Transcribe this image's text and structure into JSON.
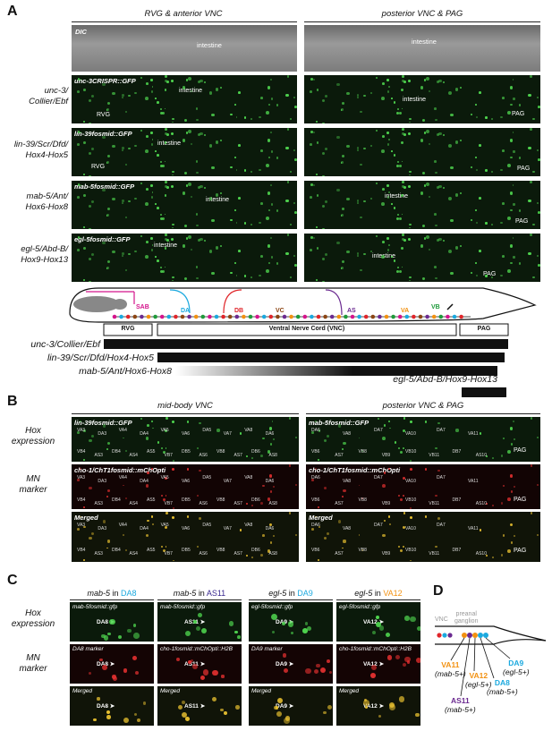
{
  "panelA": {
    "letter": "A",
    "col_left": "RVG & anterior VNC",
    "col_right": "posterior VNC & PAG",
    "dic": "DIC",
    "intestine": "intestine",
    "rows": [
      {
        "label": "unc-3/\nCollier/Ebf",
        "reporter": "unc-3CRISPR::GFP",
        "left_tag": "RVG",
        "right_tag": "PAG"
      },
      {
        "label": "lin-39/Scr/Dfd/\nHox4-Hox5",
        "reporter": "lin-39fosmid::GFP",
        "left_tag": "RVG",
        "right_tag": "PAG"
      },
      {
        "label": "mab-5/Ant/\nHox6-Hox8",
        "reporter": "mab-5fosmid::GFP",
        "left_tag": "",
        "right_tag": "PAG"
      },
      {
        "label": "egl-5/Abd-B/\nHox9-Hox13",
        "reporter": "egl-5fosmid::GFP",
        "left_tag": "",
        "right_tag": "PAG"
      }
    ],
    "schematic": {
      "classes": [
        "SAB",
        "DA",
        "DB",
        "VC",
        "AS",
        "VA",
        "VB"
      ],
      "colors": {
        "SAB": "#d4148c",
        "DA": "#1ba9df",
        "DB": "#e0252a",
        "VC": "#8b4513",
        "AS": "#6b2a90",
        "VA": "#f29111",
        "VB": "#1f9a3a"
      },
      "regions": [
        "RVG",
        "Ventral Nerve Cord (VNC)",
        "PAG"
      ]
    },
    "expression": [
      "unc-3/Collier/Ebf",
      "lin-39/Scr/Dfd/Hox4-Hox5",
      "mab-5/Ant/Hox6-Hox8",
      "egl-5/Abd-B/Hox9-Hox13"
    ]
  },
  "panelB": {
    "letter": "B",
    "col_left": "mid-body VNC",
    "col_right": "posterior VNC & PAG",
    "row_labels": [
      "Hox\nexpression",
      "MN\nmarker"
    ],
    "tags_left": [
      "lin-39fosmid::GFP",
      "cho-1/ChT1fosmid::mChOpti",
      "Merged"
    ],
    "tags_right": [
      "mab-5fosmid::GFP",
      "cho-1/ChT1fosmid::mChOpti",
      "Merged"
    ],
    "pag": "PAG",
    "neurons_left_top": [
      "VA3",
      "DA3",
      "VA4",
      "DA4",
      "VA5",
      "VA6",
      "DA5",
      "VA7",
      "VA8",
      "DA6"
    ],
    "neurons_left_bottom": [
      "VB4",
      "AS3",
      "DB4",
      "AS4",
      "AS5",
      "VB7",
      "DB5",
      "AS6",
      "VB8",
      "AS7",
      "DB6",
      "AS8"
    ],
    "neurons_right_top": [
      "DA6",
      "VA8",
      "DA7",
      "VA10",
      "DA7",
      "VA11"
    ],
    "neurons_right_bottom": [
      "VB6",
      "AS7",
      "VB8",
      "VB9",
      "VB10",
      "VB11",
      "DB7",
      "AS10"
    ]
  },
  "panelC": {
    "letter": "C",
    "headers": [
      {
        "gene": "mab-5",
        "in": "in",
        "neuron": "DA8",
        "color": "#1ba9df"
      },
      {
        "gene": "mab-5",
        "in": "in",
        "neuron": "AS11",
        "color": "#3a2a90"
      },
      {
        "gene": "egl-5",
        "in": "in",
        "neuron": "DA9",
        "color": "#1ba9df"
      },
      {
        "gene": "egl-5",
        "in": "in",
        "neuron": "VA12",
        "color": "#f29111"
      }
    ],
    "row_labels": [
      "Hox\nexpression",
      "MN\nmarker"
    ],
    "top_tags": [
      "mab-5fosmid::gfp",
      "mab-5fosmid::gfp",
      "egl-5fosmid::gfp",
      "egl-5fosmid::gfp"
    ],
    "mid_tags": [
      "DA8 marker",
      "cho-1fosmid::mChOpti::H2B",
      "DA9 marker",
      "cho-1fosmid::mChOpti::H2B"
    ],
    "bot_tag": "Merged",
    "cells": [
      "DA8",
      "AS11",
      "DA9",
      "VA12"
    ]
  },
  "panelD": {
    "letter": "D",
    "vnc": "VNC",
    "ganglion": "preanal\nganglion",
    "neurons": [
      {
        "name": "VA11",
        "gene": "(mab-5+)",
        "color": "#f29111"
      },
      {
        "name": "AS11",
        "gene": "(mab-5+)",
        "color": "#6b2a90"
      },
      {
        "name": "VA12",
        "gene": "(egl-5+)",
        "color": "#f29111"
      },
      {
        "name": "DA8",
        "gene": "(mab-5+)",
        "color": "#1ba9df"
      },
      {
        "name": "DA9",
        "gene": "(egl-5+)",
        "color": "#1ba9df"
      }
    ]
  }
}
